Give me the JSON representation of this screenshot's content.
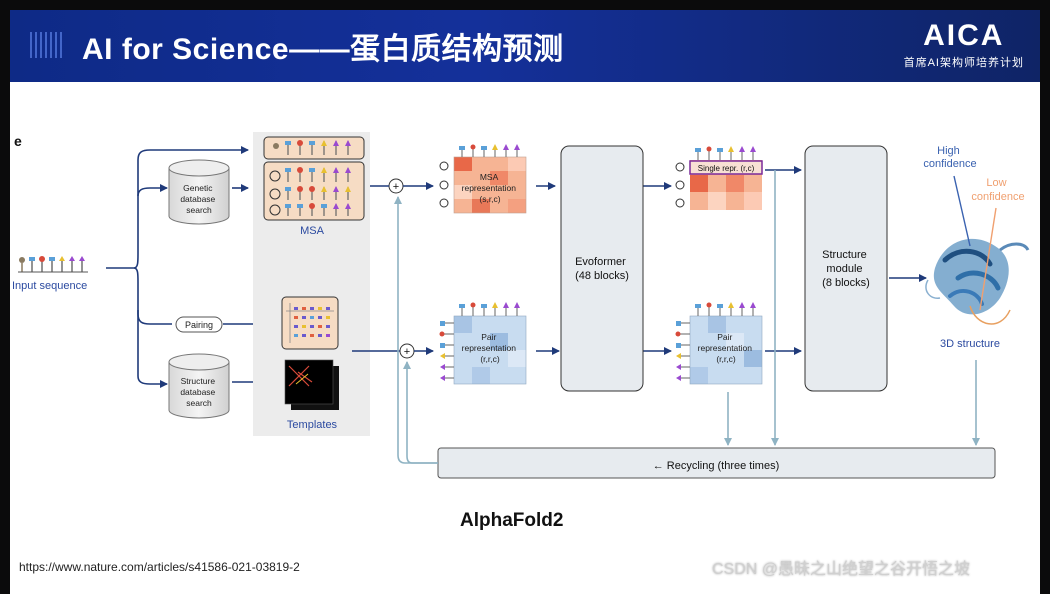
{
  "header": {
    "title": "AI for Science——蛋白质结构预测",
    "logo_name": "AICA",
    "logo_sub": "首席AI架构师培养计划"
  },
  "figure": {
    "panel_label": "e",
    "input_label": "Input sequence",
    "genetic_db": [
      "Genetic",
      "database",
      "search"
    ],
    "structure_db": [
      "Structure",
      "database",
      "search"
    ],
    "pairing_label": "Pairing",
    "msa_label": "MSA",
    "templates_label": "Templates",
    "msa_repr": [
      "MSA",
      "representation",
      "(s,r,c)"
    ],
    "pair_repr": [
      "Pair",
      "representation",
      "(r,r,c)"
    ],
    "evoformer": [
      "Evoformer",
      "(48 blocks)"
    ],
    "single_repr": "Single repr. (r,c)",
    "pair_repr2": [
      "Pair",
      "representation",
      "(r,r,c)"
    ],
    "structure_module": [
      "Structure",
      "module",
      "(8 blocks)"
    ],
    "high_conf": [
      "High",
      "confidence"
    ],
    "low_conf": [
      "Low",
      "confidence"
    ],
    "structure_label": "3D structure",
    "recycling": "← Recycling (three times)",
    "plus_sign": "+"
  },
  "caption": "AlphaFold2",
  "url": "https://www.nature.com/articles/s41586-021-03819-2",
  "watermark": "CSDN @愚昧之山绝望之谷开悟之坡",
  "colors": {
    "header_blue": "#14309a",
    "arrow_blue": "#1f3a7a",
    "recycle_blue": "#8fb3c3",
    "box_gray": "#e7ebef",
    "high_conf": "#3a62b0",
    "low_conf": "#f0a070"
  }
}
